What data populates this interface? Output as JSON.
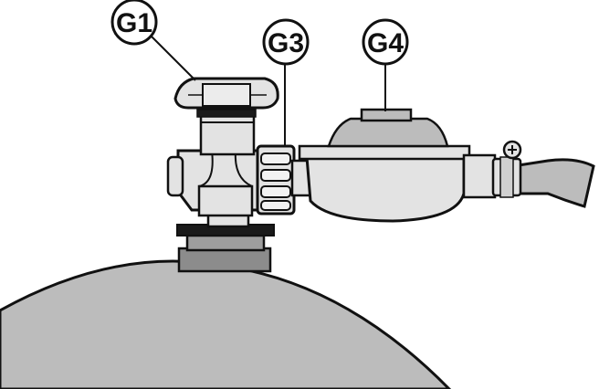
{
  "callouts": [
    {
      "id": "G1",
      "label": "G1"
    },
    {
      "id": "G3",
      "label": "G3"
    },
    {
      "id": "G4",
      "label": "G4"
    }
  ],
  "colors": {
    "outline": "#111111",
    "part_fill": "#e3e3e3",
    "cylinder_fill": "#bcbcbc",
    "collar_fill": "#8c8c8c",
    "dark_ring": "#1a1a1a",
    "background": "#ffffff"
  },
  "icons": {
    "clamp_screw": "screw-icon"
  }
}
